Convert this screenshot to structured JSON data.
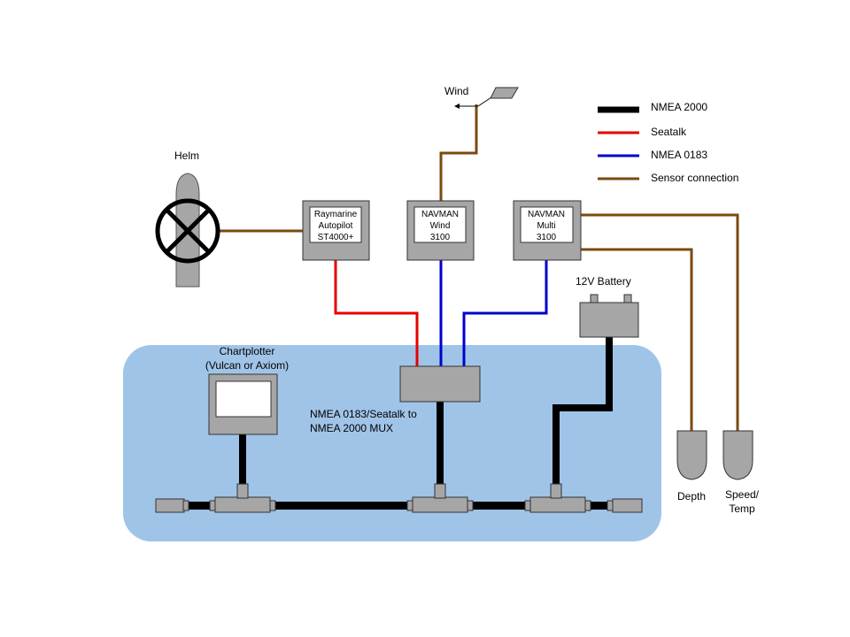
{
  "legend": {
    "nmea2000": {
      "label": "NMEA 2000",
      "color": "#000000"
    },
    "seatalk": {
      "label": "Seatalk",
      "color": "#e60000"
    },
    "nmea0183": {
      "label": "NMEA 0183",
      "color": "#0000cc"
    },
    "sensor": {
      "label": "Sensor connection",
      "color": "#7a4a10"
    }
  },
  "labels": {
    "wind": "Wind",
    "helm": "Helm",
    "battery": "12V Battery",
    "chartplotter_line1": "Chartplotter",
    "chartplotter_line2": "(Vulcan or Axiom)",
    "mux_line1": "NMEA 0183/Seatalk to",
    "mux_line2": "NMEA 2000 MUX",
    "depth": "Depth",
    "speed_line1": "Speed/",
    "speed_line2": "Temp"
  },
  "devices": {
    "autopilot": {
      "line1": "Raymarine",
      "line2": "Autopilot",
      "line3": "ST4000+"
    },
    "wind_instr": {
      "line1": "NAVMAN",
      "line2": "Wind",
      "line3": "3100"
    },
    "multi_instr": {
      "line1": "NAVMAN",
      "line2": "Multi",
      "line3": "3100"
    }
  },
  "colors": {
    "backbone_area": "#a0c4e8",
    "device_gray": "#a6a6a6",
    "sensor_brown": "#7a4a10",
    "seatalk_red": "#e60000",
    "nmea0183_blue": "#0000cc"
  }
}
